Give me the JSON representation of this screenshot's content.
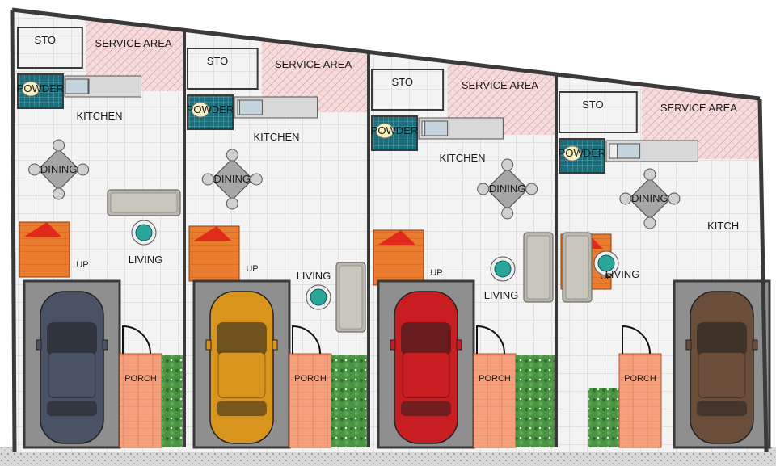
{
  "colors": {
    "tile_floor": "#f2f2f2",
    "service_tile": "#f6dada",
    "porch_brick": "#f4a27e",
    "garage_floor": "#9a9a9a",
    "grass": "#3f8a3a",
    "wall": "#3a3a3a",
    "powder_tile": "#1e6d78",
    "stairs": "#e8782e",
    "sofa": "#b9b7ae"
  },
  "units": [
    {
      "sto": "STO",
      "service": "SERVICE AREA",
      "powder": "POWDER",
      "kitchen": "KITCHEN",
      "dining": "DINING",
      "living": "LIVING",
      "up": "UP",
      "porch": "PORCH",
      "car_color": "#4a5265"
    },
    {
      "sto": "STO",
      "service": "SERVICE AREA",
      "powder": "POWDER",
      "kitchen": "KITCHEN",
      "dining": "DINING",
      "living": "LIVING",
      "up": "UP",
      "porch": "PORCH",
      "car_color": "#d8951e"
    },
    {
      "sto": "STO",
      "service": "SERVICE AREA",
      "powder": "POWDER",
      "kitchen": "KITCHEN",
      "dining": "DINING",
      "living": "LIVING",
      "up": "UP",
      "porch": "PORCH",
      "car_color": "#c81e22"
    },
    {
      "sto": "STO",
      "service": "SERVICE AREA",
      "powder": "POWDER",
      "kitchen": "KITCH",
      "dining": "DINING",
      "living": "LIVING",
      "up": "UP",
      "porch": "PORCH",
      "car_color": "#6b4e3a"
    }
  ]
}
